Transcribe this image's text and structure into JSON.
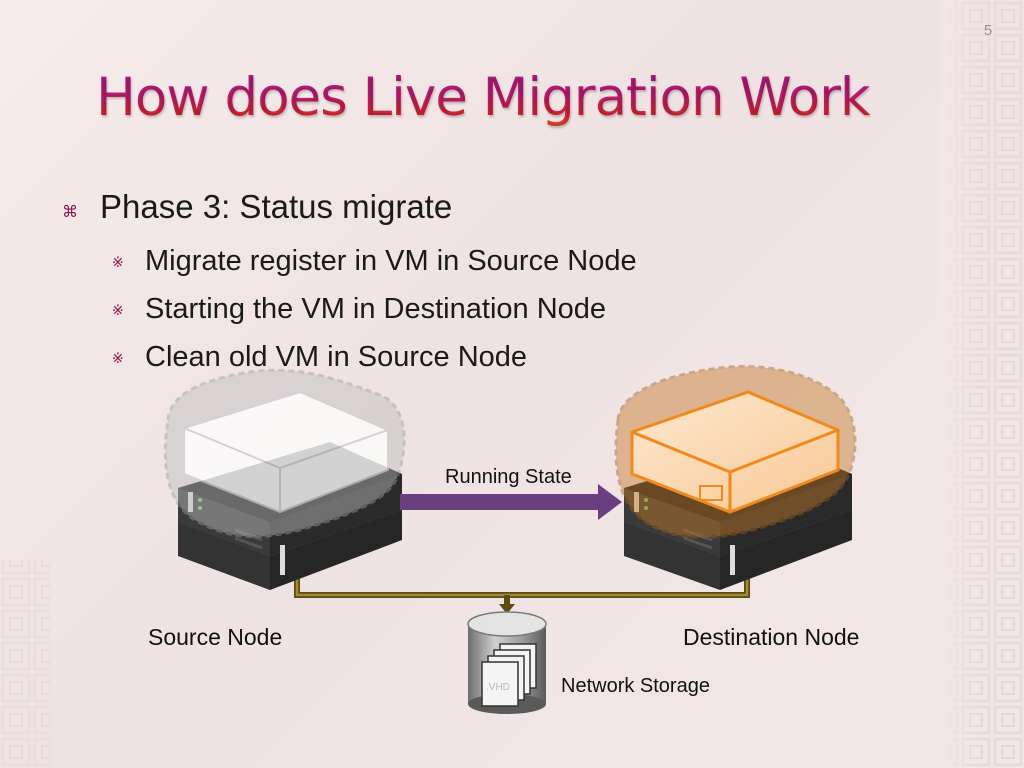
{
  "slide": {
    "number": "5",
    "title": "How does Live Migration Work"
  },
  "bullets": {
    "main": {
      "marker": "⌘",
      "text": "Phase 3: Status migrate"
    },
    "subs": [
      {
        "marker": "※",
        "text": "Migrate register in VM in Source Node"
      },
      {
        "marker": "※",
        "text": "Starting the VM in Destination Node"
      },
      {
        "marker": "※",
        "text": "Clean old VM in Source Node"
      }
    ]
  },
  "diagram": {
    "arrow_label": "Running State",
    "source_label": "Source Node",
    "destination_label": "Destination Node",
    "storage_label": "Network Storage",
    "file_label": ".VHD",
    "colors": {
      "arrow": "#6a3f7f",
      "network_line": "#8a6a1e",
      "vm_active": "#f08a1e",
      "vm_ghost": "#ffffff",
      "server_body": "#2a2a2a"
    }
  }
}
